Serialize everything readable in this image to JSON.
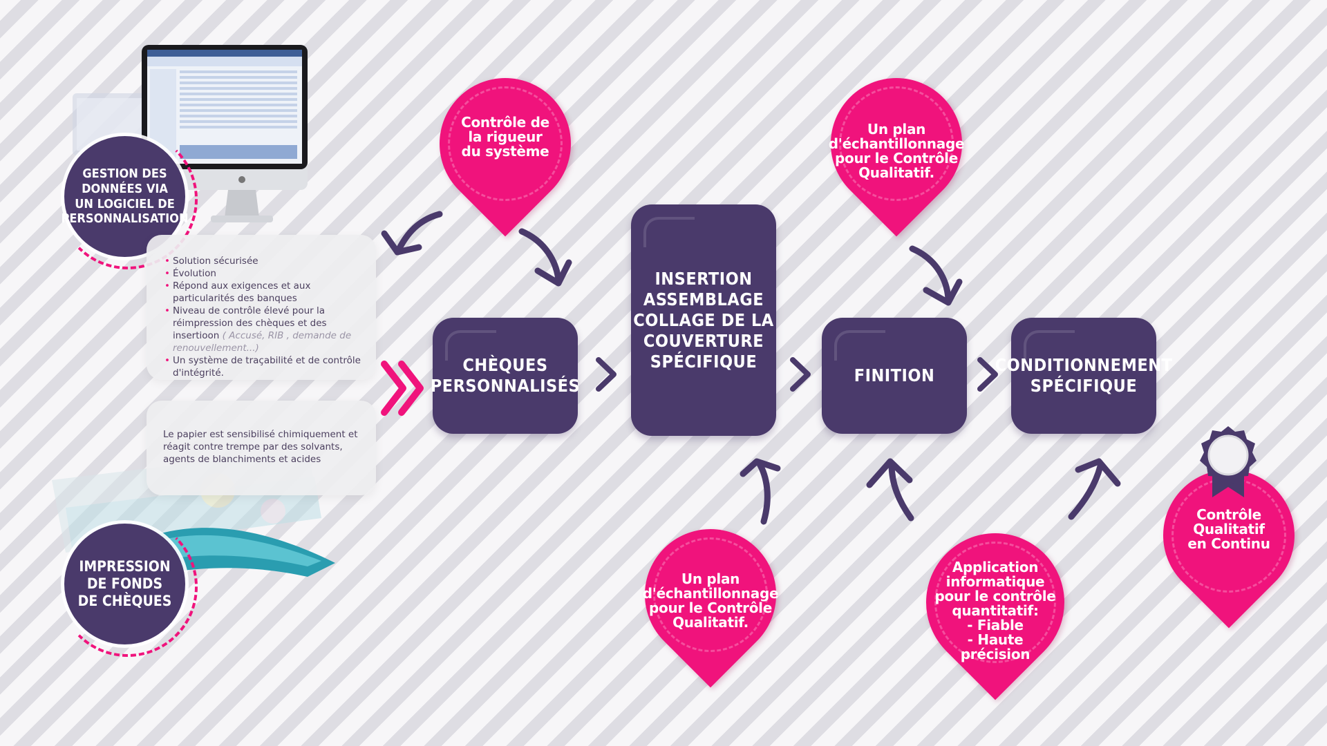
{
  "colors": {
    "pink": "#f0137c",
    "purple": "#4a3a6b",
    "teal": "#2a9db0"
  },
  "left": {
    "circle_top": "GESTION DES\nDONNÉES VIA\nUN LOGICIEL DE\nPERSONNALISATION",
    "circle_bottom": "IMPRESSION\nDE FONDS\nDE CHÈQUES",
    "features": [
      {
        "text": "Solution sécurisée",
        "note": ""
      },
      {
        "text": "Évolution",
        "note": ""
      },
      {
        "text": "Répond aux exigences et aux particularités des banques",
        "note": ""
      },
      {
        "text": "Niveau de contrôle élevé pour la réimpression des chèques et des insertioon",
        "note": "( Accusé, RIB , demande de renouvellement...)"
      },
      {
        "text": "Un système de traçabilité et de contrôle d'intégrité.",
        "note": ""
      }
    ],
    "paper_text": "Le papier est sensibilisé chimiquement et\nréagit contre trempe par des solvants,\nagents de blanchiments et acides",
    "icons": [
      "computer-monitor-icon",
      "cheque-paper-icon"
    ]
  },
  "flow": {
    "steps": [
      "CHÈQUES\nPERSONNALISÉS",
      "INSERTION\nASSEMBLAGE\nCOLLAGE DE LA\nCOUVERTURE\nSPÉCIFIQUE",
      "FINITION",
      "CONDITIONNEMENT\nSPÉCIFIQUE"
    ]
  },
  "pins": {
    "top_left": "Contrôle de\nla rigueur\ndu système",
    "top_right": "Un plan\nd'échantillonnage\npour le Contrôle\nQualitatif.",
    "bottom_left": "Un plan\nd'échantillonnage\npour le Contrôle\nQualitatif.",
    "bottom_right": "Application\ninformatique\npour le contrôle\nquantitatif:\n- Fiable\n- Haute\nprécision",
    "badge": "Contrôle\nQualitatif\nen Continu"
  }
}
